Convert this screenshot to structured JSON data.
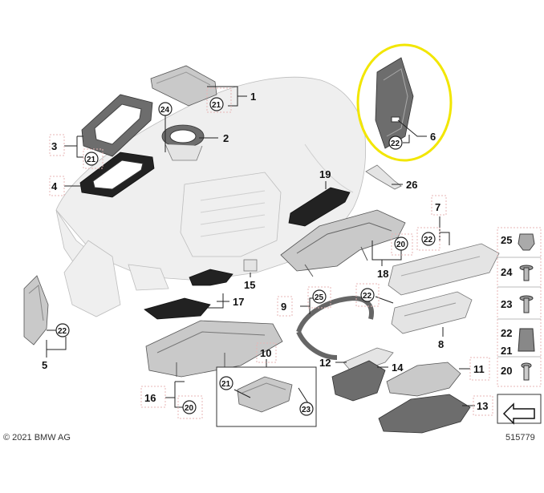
{
  "callouts": [
    {
      "id": "c1",
      "text": "1"
    },
    {
      "id": "c2",
      "text": "2"
    },
    {
      "id": "c3",
      "text": "3"
    },
    {
      "id": "c4",
      "text": "4"
    },
    {
      "id": "c5",
      "text": "5"
    },
    {
      "id": "c6",
      "text": "6"
    },
    {
      "id": "c7",
      "text": "7"
    },
    {
      "id": "c8",
      "text": "8"
    },
    {
      "id": "c9",
      "text": "9"
    },
    {
      "id": "c10",
      "text": "10"
    },
    {
      "id": "c11",
      "text": "11"
    },
    {
      "id": "c12",
      "text": "12"
    },
    {
      "id": "c13",
      "text": "13"
    },
    {
      "id": "c14",
      "text": "14"
    },
    {
      "id": "c15",
      "text": "15"
    },
    {
      "id": "c16",
      "text": "16"
    },
    {
      "id": "c17",
      "text": "17"
    },
    {
      "id": "c18",
      "text": "18"
    },
    {
      "id": "c19",
      "text": "19"
    },
    {
      "id": "c26",
      "text": "26"
    }
  ],
  "circled": [
    {
      "id": "k21a",
      "text": "21"
    },
    {
      "id": "k24",
      "text": "24"
    },
    {
      "id": "k21b",
      "text": "21"
    },
    {
      "id": "k22a",
      "text": "22"
    },
    {
      "id": "k22b",
      "text": "22"
    },
    {
      "id": "k20a",
      "text": "20"
    },
    {
      "id": "k22c",
      "text": "22"
    },
    {
      "id": "k25",
      "text": "25"
    },
    {
      "id": "k22d",
      "text": "22"
    },
    {
      "id": "k20b",
      "text": "20"
    },
    {
      "id": "k21c",
      "text": "21"
    },
    {
      "id": "k23",
      "text": "23"
    }
  ],
  "legend": [
    {
      "id": "l25",
      "text": "25"
    },
    {
      "id": "l24",
      "text": "24"
    },
    {
      "id": "l23",
      "text": "23"
    },
    {
      "id": "l22",
      "text": "22"
    },
    {
      "id": "l21",
      "text": "21"
    },
    {
      "id": "l20",
      "text": "20"
    }
  ],
  "copyright": "© 2021 BMW AG",
  "diagram_number": "515779",
  "highlight_color": "#f2e600"
}
